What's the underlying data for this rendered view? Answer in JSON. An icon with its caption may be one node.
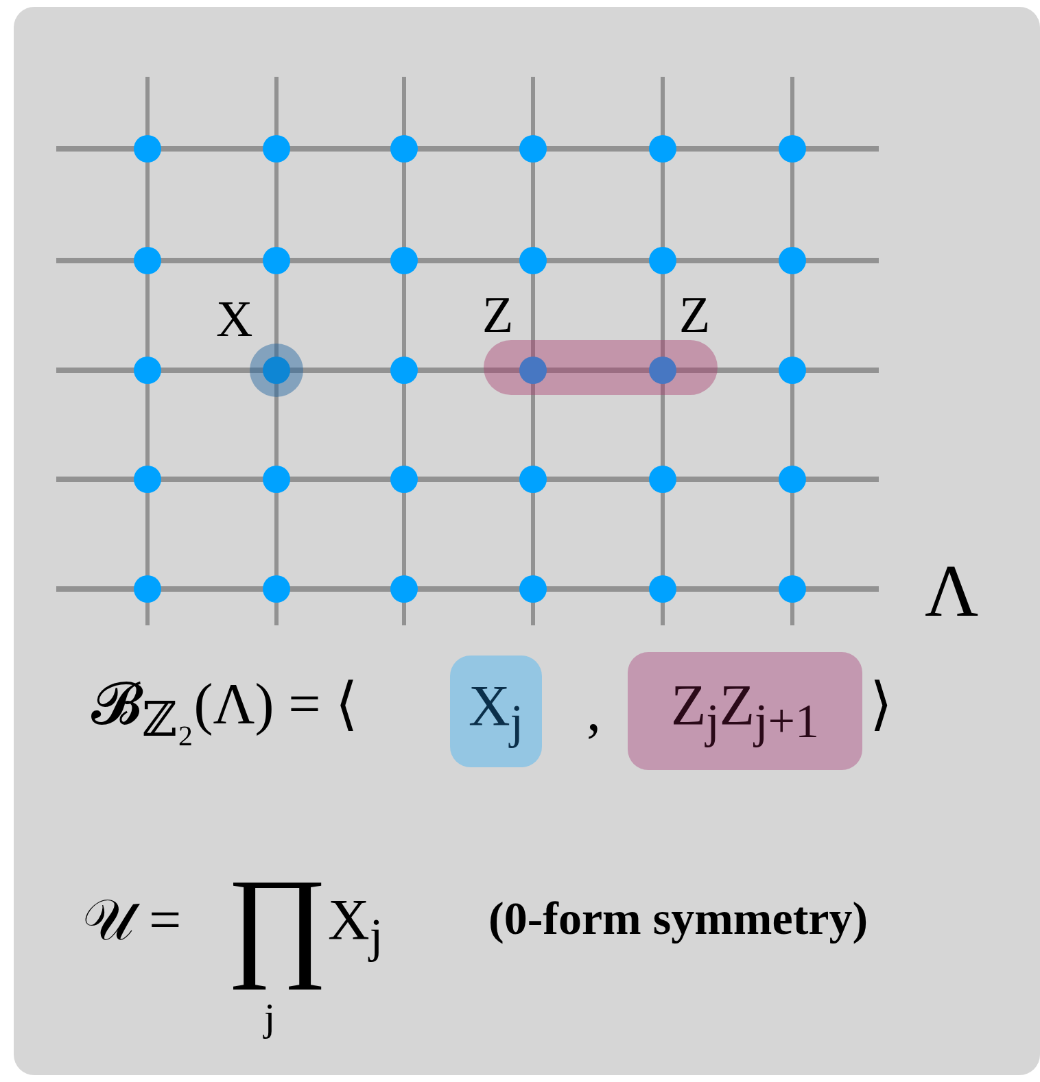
{
  "diagram": {
    "nodes": [
      {
        "text": [
          "X$_{j}$"
        ]
      },
      {
        "text": [
          "Z$_{j}$Z$_{j+1}$"
        ]
      }
    ],
    "labels": [
      "X",
      "Z",
      "Z",
      "Λ",
      "𝓑$_{ℤ₂}$(Λ) = ⟨",
      ",",
      "⟩",
      "𝒰 =",
      "∏",
      "X$_{j}$",
      "j",
      "(0-form symmetry)"
    ]
  }
}
